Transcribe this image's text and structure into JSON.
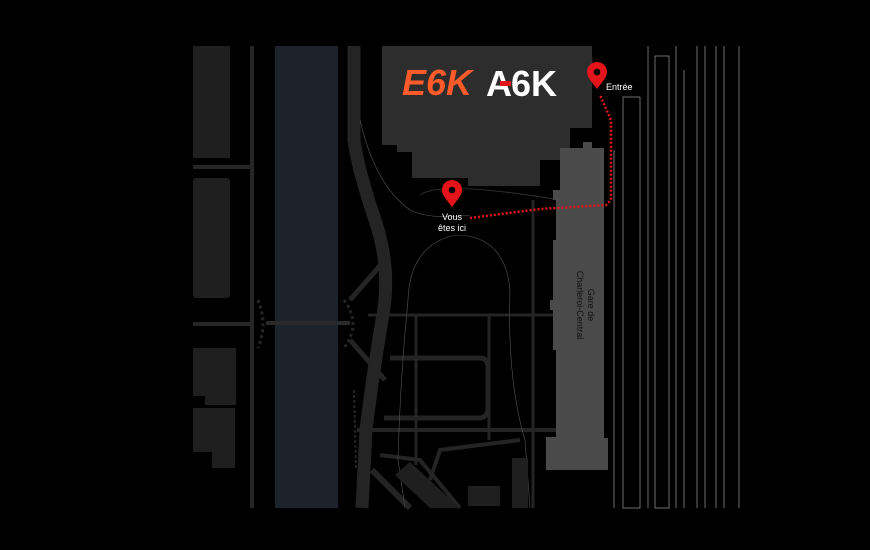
{
  "map": {
    "logo_e6k": "E6K",
    "logo_a6k_a": "A",
    "logo_a6k_rest": "6K",
    "you_are_here_line1": "Vous",
    "you_are_here_line2": "êtes ici",
    "entrance_label": "Entrée",
    "station_line1": "Gare de",
    "station_line2": "Charleroi-Central"
  },
  "colors": {
    "background": "#000000",
    "block": "#1f1f1f",
    "building": "#2d2d2d",
    "station": "#4a4a4a",
    "river": "#1c232b",
    "route": "#e4141b",
    "e6k_logo": "#ff5a2a",
    "pin": "#e4141b"
  }
}
